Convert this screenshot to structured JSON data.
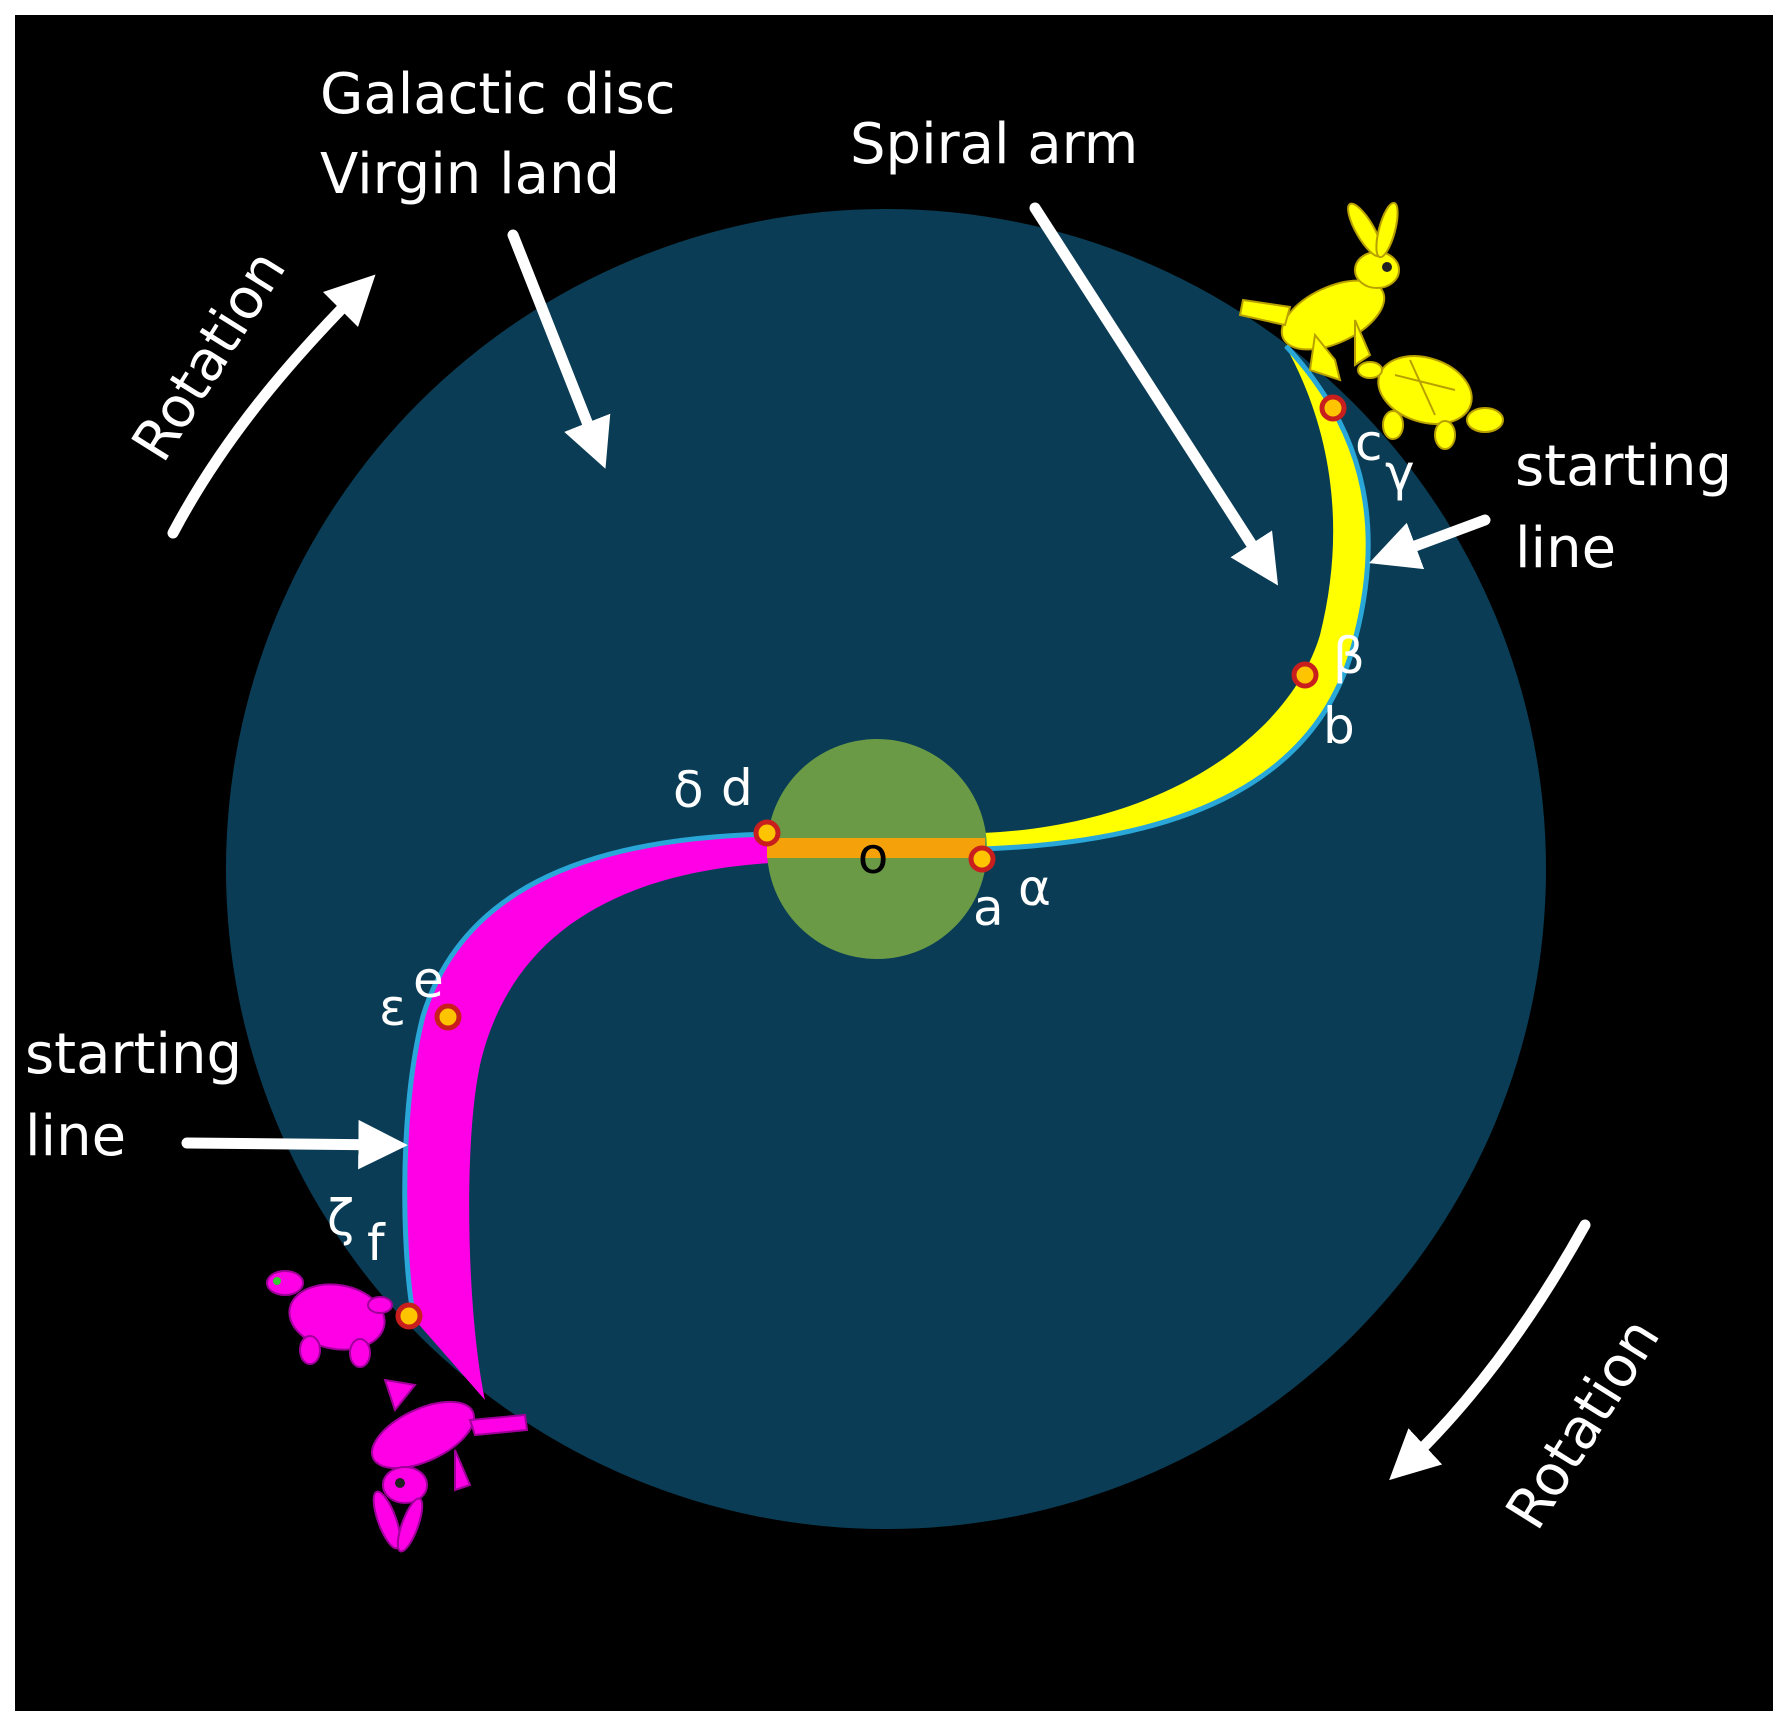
{
  "labels": {
    "galactic_disc_line1": "Galactic disc",
    "galactic_disc_line2": "Virgin land",
    "spiral_arm": "Spiral arm",
    "rotation_top_left": "Rotation",
    "rotation_bottom_right": "Rotation",
    "starting_line_right_1": "starting",
    "starting_line_right_2": "line",
    "starting_line_left_1": "starting",
    "starting_line_left_2": "line",
    "center": "o"
  },
  "points": {
    "a": "a",
    "alpha": "α",
    "b": "b",
    "beta": "β",
    "c": "c",
    "gamma": "γ",
    "d": "d",
    "delta": "δ",
    "e": "e",
    "epsilon": "ε",
    "f": "f",
    "zeta": "ζ"
  },
  "colors": {
    "background": "#000000",
    "disc": "#0a3d55",
    "bulge": "#6a9a45",
    "bar": "#f5a20a",
    "arm_right": "#ffff00",
    "arm_left": "#ff00e6",
    "arm_edge": "#2aa7d9",
    "marker_ring": "#c81e1e",
    "marker_fill": "#ffc400",
    "arrows": "#ffffff"
  },
  "icons": [
    "hare-icon",
    "tortoise-icon"
  ]
}
